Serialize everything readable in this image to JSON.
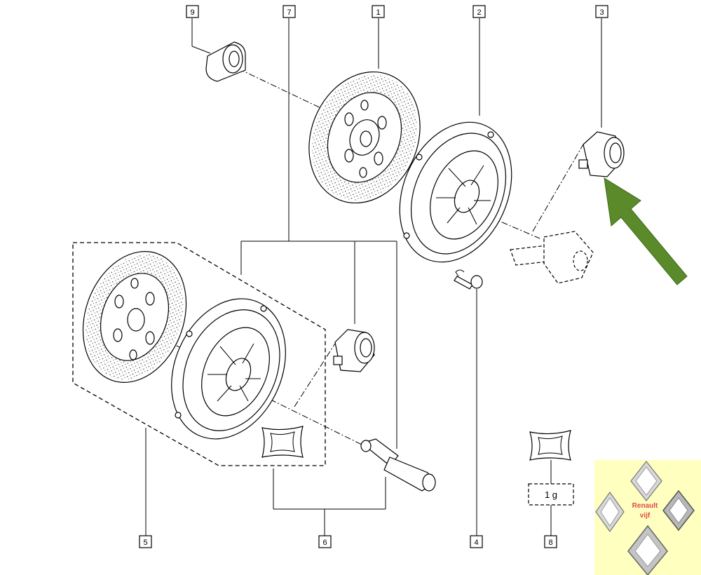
{
  "callouts": {
    "c1": "1",
    "c2": "2",
    "c3": "3",
    "c4": "4",
    "c5": "5",
    "c6": "6",
    "c7": "7",
    "c8": "8",
    "c9": "9"
  },
  "grease_quantity": "1 g",
  "watermark": {
    "line1": "Renault",
    "line2": "vijf",
    "background": "#ffffc0"
  },
  "arrow_color": "#5a8a2a"
}
